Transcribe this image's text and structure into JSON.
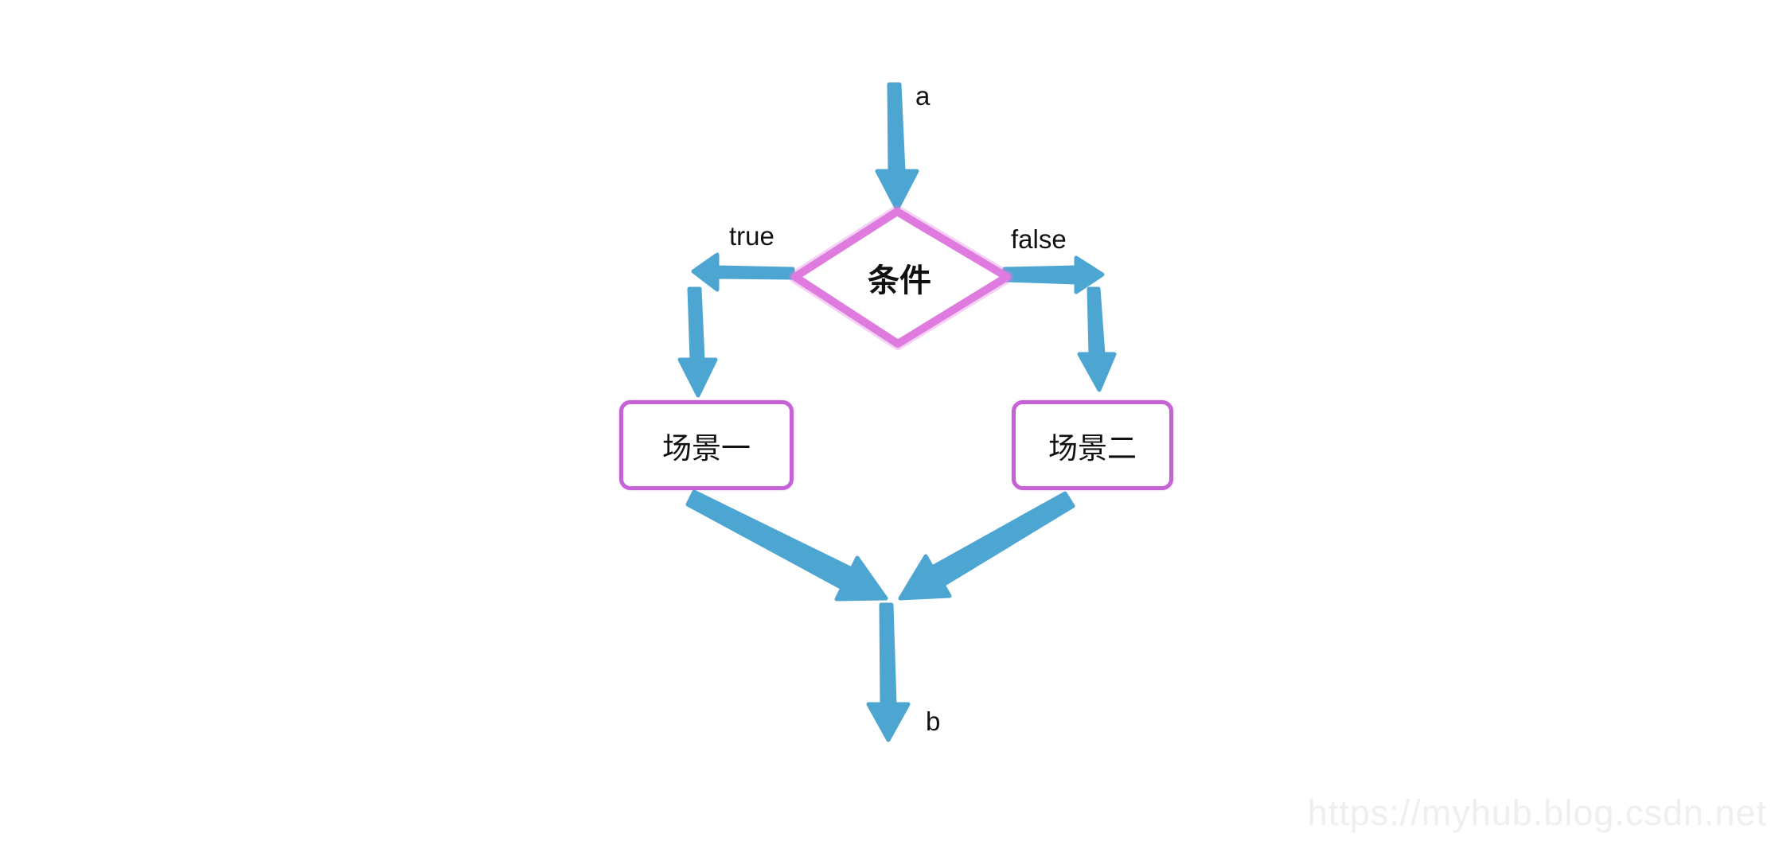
{
  "flowchart": {
    "entry_label": "a",
    "exit_label": "b",
    "decision": {
      "label": "条件",
      "shape": "diamond"
    },
    "branches": [
      {
        "condition": "true",
        "target": "场景一"
      },
      {
        "condition": "false",
        "target": "场景二"
      }
    ]
  },
  "watermark": {
    "text": "https://myhub.blog.csdn.net"
  },
  "colors": {
    "background": "#FFFFFF",
    "arrow": "#4DA6D2",
    "decision_border": "#DF7ADF",
    "box_border": "#C462D6",
    "text": "#111111",
    "watermark_text": "#EFEFEF"
  }
}
